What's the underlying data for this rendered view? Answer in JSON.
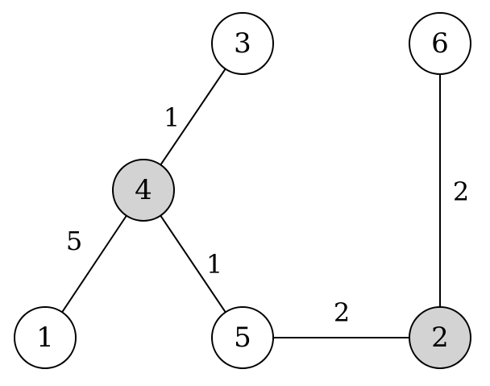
{
  "graph": {
    "colors": {
      "highlight_fill": "#d3d3d3",
      "normal_fill": "#ffffff",
      "stroke": "#000000"
    },
    "nodes": [
      {
        "id": "3",
        "label": "3",
        "highlighted": false
      },
      {
        "id": "6",
        "label": "6",
        "highlighted": false
      },
      {
        "id": "4",
        "label": "4",
        "highlighted": true
      },
      {
        "id": "1",
        "label": "1",
        "highlighted": false
      },
      {
        "id": "5",
        "label": "5",
        "highlighted": false
      },
      {
        "id": "2",
        "label": "2",
        "highlighted": true
      }
    ],
    "edges": [
      {
        "from": "4",
        "to": "3",
        "weight": "1"
      },
      {
        "from": "4",
        "to": "1",
        "weight": "5"
      },
      {
        "from": "4",
        "to": "5",
        "weight": "1"
      },
      {
        "from": "5",
        "to": "2",
        "weight": "2"
      },
      {
        "from": "6",
        "to": "2",
        "weight": "2"
      }
    ]
  }
}
